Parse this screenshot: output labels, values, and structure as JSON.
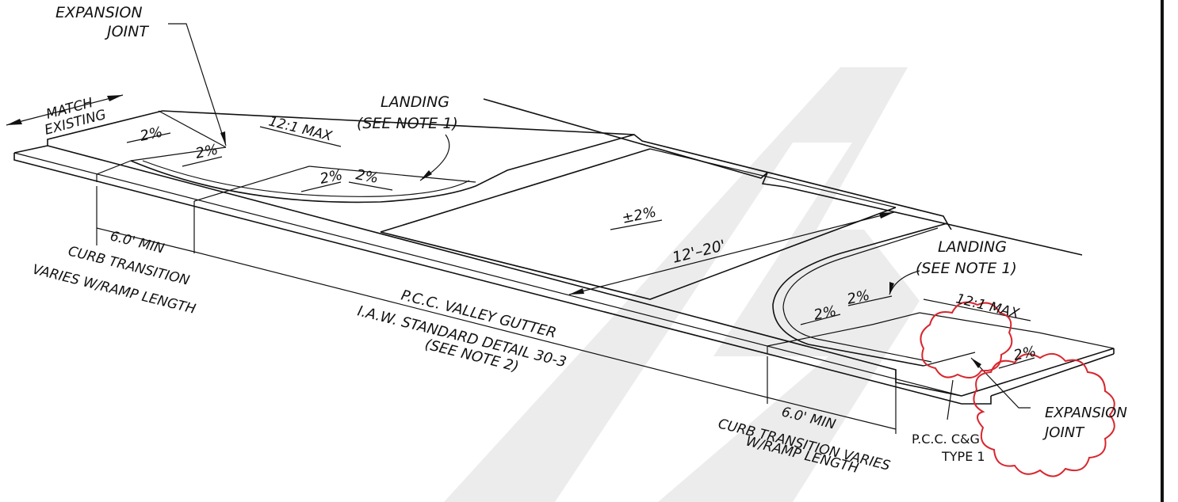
{
  "labels": {
    "expansion_joint_line1": "EXPANSION",
    "expansion_joint_line2": "JOINT",
    "match_line1": "MATCH",
    "match_line2": "EXISTING",
    "slope_2pct": "2%",
    "ratio_12_1": "12:1 MAX",
    "landing": "LANDING",
    "see_note_1": "(SEE NOTE 1)",
    "slope_pm_2pct": "±2%",
    "width_12_20": "12'–20'",
    "min_6": "6.0' MIN",
    "curb_transition": "CURB TRANSITION",
    "varies_w_ramp_length": "VARIES W/RAMP LENGTH",
    "valley_gutter": "P.C.C. VALLEY GUTTER",
    "iaw_standard": "I.A.W. STANDARD DETAIL 30-3",
    "see_note_2": "(SEE NOTE 2)",
    "curb_transition_varies": "CURB TRANSITION VARIES",
    "w_ramp_length": "W/RAMP LENGTH",
    "pcc_cg": "P.C.C. C&G",
    "type_1": "TYPE 1",
    "expansion_right_line1": "EXPANSION",
    "expansion_right_line2": "JOINT"
  },
  "colors": {
    "linework": "#111111",
    "revision_cloud": "#d8262e",
    "watermark": "#ececec"
  }
}
